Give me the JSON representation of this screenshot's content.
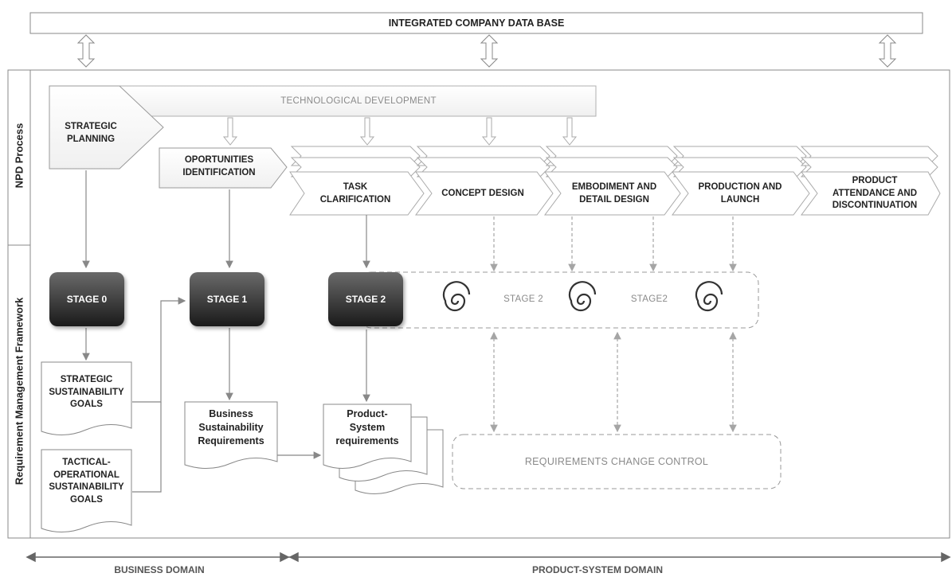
{
  "database": {
    "title": "INTEGRATED COMPANY DATA BASE"
  },
  "side_labels": {
    "npd_process": "NPD Process",
    "rm_framework": "Requirement Management Framework"
  },
  "npd": {
    "strategic_planning": "STRATEGIC\nPLANNING",
    "technological_development": "TECHNOLOGICAL DEVELOPMENT",
    "opportunities": "OPORTUNITIES\nIDENTIFICATION",
    "phases": [
      {
        "label": "TASK\nCLARIFICATION"
      },
      {
        "label": "CONCEPT DESIGN"
      },
      {
        "label": "EMBODIMENT AND\nDETAIL DESIGN"
      },
      {
        "label": "PRODUCTION AND\nLAUNCH"
      },
      {
        "label": "PRODUCT\nATTENDANCE AND\nDISCONTINUATION"
      }
    ]
  },
  "stages": {
    "stage0": "STAGE 0",
    "stage1": "STAGE 1",
    "stage2": "STAGE 2",
    "loop_a": "STAGE 2",
    "loop_b": "STAGE2"
  },
  "documents": {
    "strategic_goals": "STRATEGIC\nSUSTAINABILITY\nGOALS",
    "tactical_goals": "TACTICAL-\nOPERATIONAL\nSUSTAINABILITY\nGOALS",
    "business_requirements": "Business\nSustainability\nRequirements",
    "product_requirements": "Product-\nSystem\nrequirements"
  },
  "change_control": "REQUIREMENTS CHANGE CONTROL",
  "domains": {
    "business": "BUSINESS DOMAIN",
    "product_system": "PRODUCT-SYSTEM DOMAIN"
  },
  "colors": {
    "stage_dark": "#1a1a1a",
    "stroke": "#8c8c8c",
    "dashed": "#9a9a9a"
  }
}
